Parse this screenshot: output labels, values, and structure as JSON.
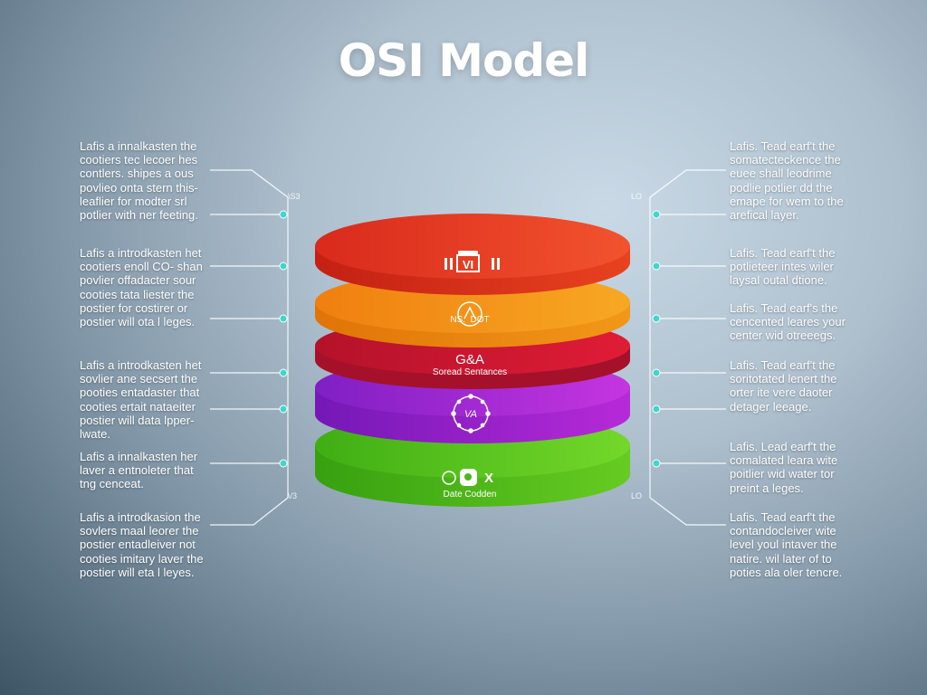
{
  "title": "OSI Model",
  "colors": {
    "layer_red_top": "#e23a24",
    "layer_orange": "#f59a1c",
    "layer_crimson": "#d11a2a",
    "layer_purple": "#a429d6",
    "layer_green": "#5cc41d",
    "connector_dot": "#3fd6d0"
  },
  "left_notes": [
    "Lafis a innalkasten the\ncootiers tec lecoer hes\ncontlers. shipes a ous\npovlieo onta stern this-\nleaflier for modter srl\npotlier with ner feeting.",
    "Lafis a introdkasten het\ncootiers enoll CO- shan\npovlier offadacter sour\ncooties tata liester the\npostier for costirer or\npostier will ota l leges.",
    "Lafis a introdkasten het\nsovlier ane secsert the\npooties entadaster that\ncooties ertait nataeiter\npostier will data lpper-\nlwate.",
    "Lafis a innalkasten her\nlaver a entnoleter that\ntng cenceat.",
    "Lafis a introdkasion the\nsovlers maal leorer the\npostier entadleiver not\ncooties imitary laver the\npostier will eta l leyes."
  ],
  "right_notes": [
    "Lafis. Tead earf't the\nsomatecteckence the\neuee shall leodrime\npodlie potlier dd the\nemape for wem to the\narefical layer.",
    "Lafis. Tead earf't the\npotlieteer intes wiler\nlaysal outal dtione.",
    "Lafis. Tead earf's the\ncencented leares your\ncenter wid otreeegs.",
    "Lafis. Tead earf't the\nsoritotated lenert the\norter ite vere daoter\ndetager leeage.",
    "Lafis. Lead earf't the\ncomalated leara wite\npoitlier wid water tor\npreint a leges.",
    "Lafis. Tead earf't the\ncontandocleiver wite\nlevel youl intaver the\nnatire. wil later of to\npoties ala oler tencre."
  ],
  "layers": [
    {
      "id": "red",
      "icon_label": "VI",
      "caption": ""
    },
    {
      "id": "orange",
      "icon_label": "NS.  DOT",
      "caption": ""
    },
    {
      "id": "crimson",
      "icon_label": "G&A",
      "caption": "Soread Sentances"
    },
    {
      "id": "purple",
      "icon_label": "VA",
      "caption": ""
    },
    {
      "id": "green",
      "icon_label": "X",
      "caption": "Date Codden"
    }
  ],
  "ticks": {
    "left_top": "\\S3",
    "left_bottom": "\\/3",
    "right_top": "LO",
    "right_bottom": "LO"
  }
}
